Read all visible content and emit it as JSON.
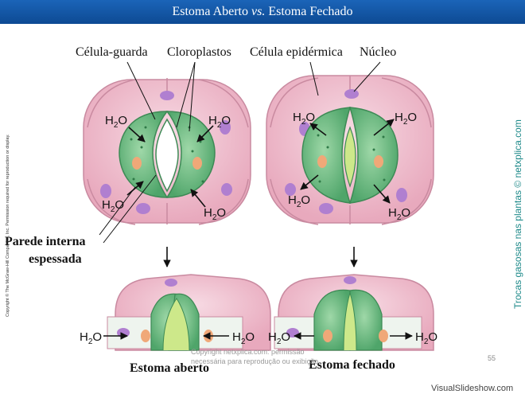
{
  "title": {
    "prefix": "Estoma Aberto ",
    "vs": "vs.",
    "suffix": " Estoma Fechado"
  },
  "labels": {
    "guard_cell": "Célula-guarda",
    "chloroplasts": "Cloroplastos",
    "epidermal_cell": "Célula epidérmica",
    "nucleus": "Núcleo",
    "inner_wall_1": "Parede interna",
    "inner_wall_2": "espessada",
    "open_stoma": "Estoma aberto",
    "closed_stoma": "Estoma fechado"
  },
  "water": {
    "h": "H",
    "sub": "2",
    "o": "O"
  },
  "copyright": "Copyright © The McGraw-Hill Companies, Inc. Permission required for reproduction or display.",
  "side_text": "Trocas gasosas nas plantas © netxplica.com",
  "watermark_1": "Copyright netxplica.com: permissão",
  "watermark_2": "necessária para reprodução ou exibição.",
  "page_number": "55",
  "site_logo": "VisualSlideshow.com",
  "colors": {
    "title_bar": "#1464b4",
    "epidermal": "#f2c6d3",
    "guard": "#6fbf7f",
    "nucleus": "#b07fd0"
  }
}
